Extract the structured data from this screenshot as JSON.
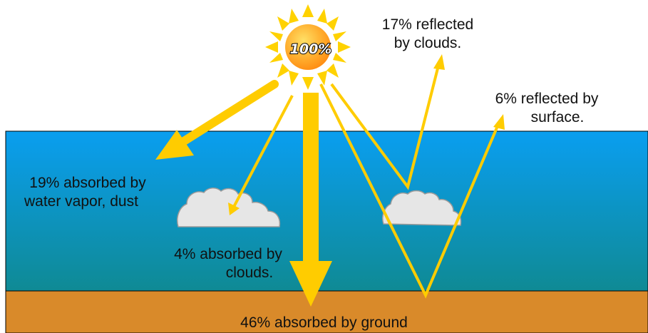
{
  "sun": {
    "label": "100%"
  },
  "labels": {
    "reflected_clouds": [
      "17% reflected",
      "by clouds."
    ],
    "reflected_surface": [
      "6% reflected by",
      "surface."
    ],
    "absorbed_vapor": [
      "19% absorbed  by",
      "water vapor, dust"
    ],
    "absorbed_clouds": [
      "4% absorbed by",
      "clouds."
    ],
    "absorbed_ground": "46% absorbed  by ground"
  },
  "colors": {
    "sky_top": "#0a9ef0",
    "sky_bottom": "#0f8a94",
    "ground": "#d98a2a",
    "arrow": "#ffcc00",
    "sun_core": "#ff9a1a",
    "cloud": "#e6e6e6"
  }
}
